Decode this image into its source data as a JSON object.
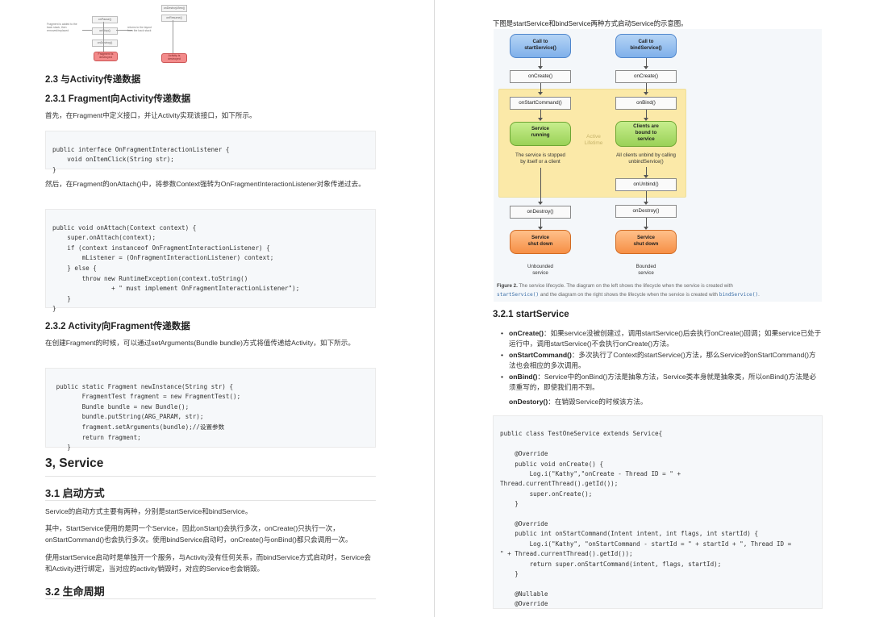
{
  "left": {
    "mini_diagram": {
      "labels": [
        "onResume()",
        "onPause()",
        "onStop()",
        "onDestroy()",
        "onDetach()",
        "Fragment is destroyed",
        "onDestroyView()",
        "Activity is destroyed",
        "returns to the layout from the back stack",
        "Fragment is added to the back stack, then removed/replaced"
      ]
    },
    "s23": {
      "heading": "2.3 与Activity传递数据"
    },
    "s231": {
      "heading": "2.3.1 Fragment向Activity传递数据",
      "p1": "首先，在Fragment中定义接口，并让Activity实现该接口，如下所示。",
      "code1": [
        "public interface OnFragmentInteractionListener {",
        "    void onItemClick(String str);",
        "}"
      ],
      "p2": "然后，在Fragment的onAttach()中，将参数Context强转为OnFragmentInteractionListener对象传递过去。",
      "code2": [
        "public void onAttach(Context context) {",
        "    super.onAttach(context);",
        "    if (context instanceof OnFragmentInteractionListener) {",
        "        mListener = (OnFragmentInteractionListener) context;",
        "    } else {",
        "        throw new RuntimeException(context.toString()",
        "                + \" must implement OnFragmentInteractionListener\");",
        "    }",
        "}"
      ]
    },
    "s232": {
      "heading": "2.3.2 Activity向Fragment传递数据",
      "p1": "在创建Fragment的时候，可以通过setArguments(Bundle bundle)方式将值传递给Activity，如下所示。",
      "code": [
        " public static Fragment newInstance(String str) {",
        "        FragmentTest fragment = new FragmentTest();",
        "        Bundle bundle = new Bundle();",
        "        bundle.putString(ARG_PARAM, str);",
        "        fragment.setArguments(bundle);//设置参数",
        "        return fragment;",
        "    }"
      ]
    },
    "s3": {
      "heading": "3, Service",
      "s31_heading": "3.1 启动方式",
      "p1": "Service的启动方式主要有两种，分别是startService和bindService。",
      "p2": "其中，StartService使用的是同一个Service，因此onStart()会执行多次，onCreate()只执行一次，onStartCommand()也会执行多次。使用bindService启动时，onCreate()与onBind()都只会调用一次。",
      "p3": "使用startService启动时是单独开一个服务，与Activity没有任何关系，而bindService方式启动时，Service会和Activity进行绑定，当对应的activity销毁时，对应的Service也会销毁。",
      "s32_heading": "3.2 生命周期"
    }
  },
  "right": {
    "intro": "下图是startService和bindService两种方式启动Service的示意图。",
    "diagram": {
      "call_start": "Call to\nstartService()",
      "call_bind": "Call to\nbindService()",
      "oncreate_l": "onCreate()",
      "oncreate_r": "onCreate()",
      "onstartcommand": "onStartCommand()",
      "onbind": "onBind()",
      "running": "Service\nrunning",
      "clients": "Clients are\nbound to\nservice",
      "active": "Active\nLifetime",
      "stopped_note": "The service is stopped\nby itself or a client",
      "unbind_note": "All clients unbind by calling\nunbindService()",
      "onunbind": "onUnbind()",
      "ondestroy_l": "onDestroy()",
      "ondestroy_r": "onDestroy()",
      "shutdown_l": "Service\nshut down",
      "shutdown_r": "Service\nshut down",
      "unbounded": "Unbounded\nservice",
      "bounded": "Bounded\nservice"
    },
    "caption": {
      "fig": "Figure 2.",
      "text1": " The service lifecycle. The diagram on the left shows the lifecycle when the service is created with",
      "m1": "startService()",
      "text2": " and the diagram on the right shows the lifecycle when the service is created with ",
      "m2": "bindService()",
      "text3": "."
    },
    "s321": {
      "heading": "3.2.1 startService",
      "bullets": [
        {
          "term": "onCreate()",
          "text": "：如果service没被创建过，调用startService()后会执行onCreate()回调；如果service已处于运行中，调用startService()不会执行onCreate()方法。"
        },
        {
          "term": "onStartCommand()",
          "text": "：多次执行了Context的startService()方法，那么Service的onStartCommand()方法也会相应的多次调用。"
        },
        {
          "term": "onBind()",
          "text": "：Service中的onBind()方法是抽象方法，Service类本身就是抽象类，所以onBind()方法是必须重写的，即使我们用不到。"
        }
      ],
      "ondestory_term": "onDestory()",
      "ondestory_text": "：在销毁Service的时候该方法。",
      "code": [
        "public class TestOneService extends Service{",
        "",
        "    @Override",
        "    public void onCreate() {",
        "        Log.i(\"Kathy\",\"onCreate - Thread ID = \" +",
        "Thread.currentThread().getId());",
        "        super.onCreate();",
        "    }",
        "",
        "    @Override",
        "    public int onStartCommand(Intent intent, int flags, int startId) {",
        "        Log.i(\"Kathy\", \"onStartCommand - startId = \" + startId + \", Thread ID =",
        "\" + Thread.currentThread().getId());",
        "        return super.onStartCommand(intent, flags, startId);",
        "    }",
        "",
        "    @Nullable",
        "    @Override"
      ]
    }
  }
}
